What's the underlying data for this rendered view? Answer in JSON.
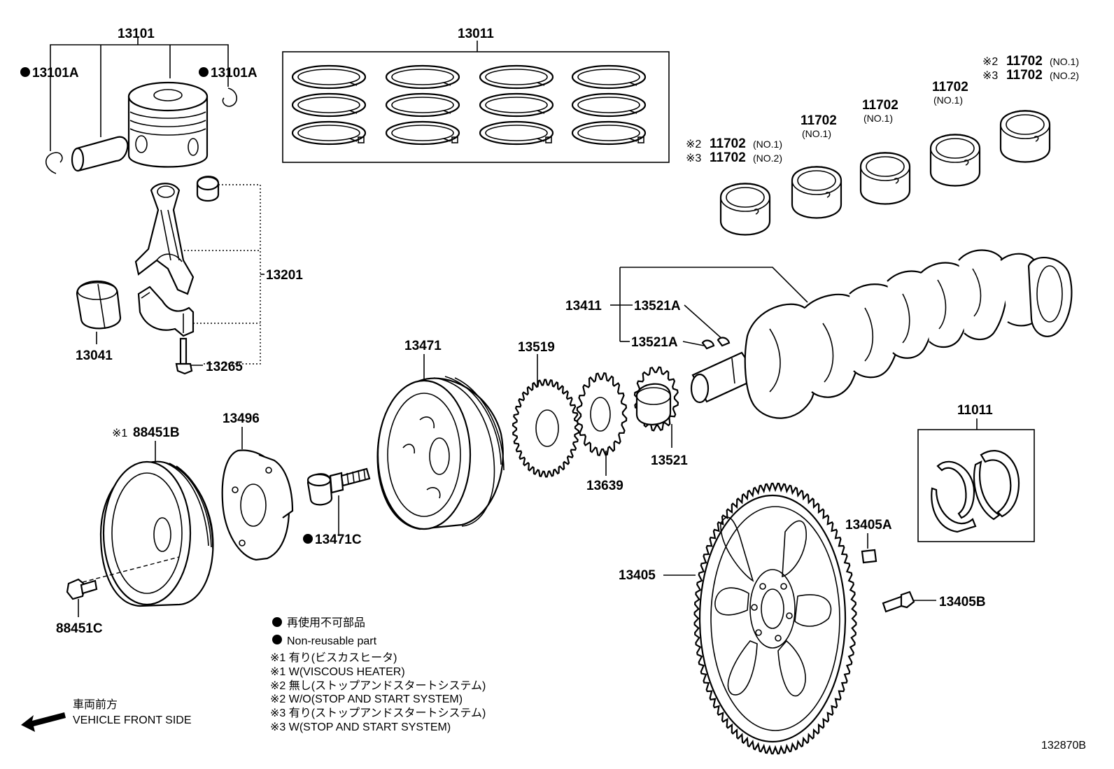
{
  "labels": {
    "p13101": "13101",
    "p13101A_left": "13101A",
    "p13101A_right": "13101A",
    "p13011": "13011",
    "p13201": "13201",
    "p13041": "13041",
    "p13265": "13265",
    "p13471": "13471",
    "p13519": "13519",
    "p13411": "13411",
    "p13521A_top": "13521A",
    "p13521A_bottom": "13521A",
    "p13521": "13521",
    "p13639": "13639",
    "p13496": "13496",
    "p88451B": "88451B",
    "p88451B_mark": "※1",
    "p13471C": "13471C",
    "p88451C": "88451C",
    "p11011": "11011",
    "p13405A": "13405A",
    "p13405": "13405",
    "p13405B": "13405B",
    "p11702_a": "11702",
    "p11702_a_sub": "(NO.1)",
    "p11702_a_mark": "※2",
    "p11702_b": "11702",
    "p11702_b_sub": "(NO.2)",
    "p11702_b_mark": "※3",
    "p11702_c": "11702",
    "p11702_c_sub": "(NO.1)",
    "p11702_d": "11702",
    "p11702_d_sub": "(NO.1)",
    "p11702_e": "11702",
    "p11702_e_sub": "(NO.1)",
    "p11702_f": "11702",
    "p11702_f_sub": "(NO.1)",
    "p11702_f_mark": "※2",
    "p11702_g": "11702",
    "p11702_g_sub": "(NO.2)",
    "p11702_g_mark": "※3"
  },
  "legend": {
    "non_reusable_jp": "再使用不可部品",
    "non_reusable_en": "Non-reusable part",
    "n1_jp": "※1  有り(ビスカスヒータ)",
    "n1_en": "※1  W(VISCOUS HEATER)",
    "n2_jp": "※2  無し(ストップアンドスタートシステム)",
    "n2_en": "※2  W/O(STOP AND START SYSTEM)",
    "n3_jp": "※3  有り(ストップアンドスタートシステム)",
    "n3_en": "※3  W(STOP AND START SYSTEM)"
  },
  "direction": {
    "jp": "車両前方",
    "en": "VEHICLE FRONT SIDE"
  },
  "figure_id": "132870B"
}
